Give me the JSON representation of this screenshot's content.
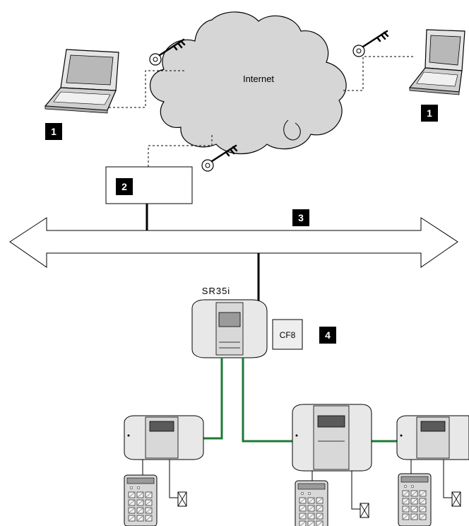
{
  "diagram": {
    "cloud_label": "Internet",
    "controller_label": "SR35i",
    "module_label": "CF8",
    "markers": {
      "laptop_left": "1",
      "laptop_right": "1",
      "router": "2",
      "bus": "3",
      "module": "4"
    },
    "colors": {
      "field_bus": "#1e7a35",
      "marker_bg": "#000000",
      "marker_text": "#ffffff",
      "cloud_fill": "#d6d6d6",
      "device_fill": "#e8e8e8",
      "key_outline": "#000000"
    }
  }
}
